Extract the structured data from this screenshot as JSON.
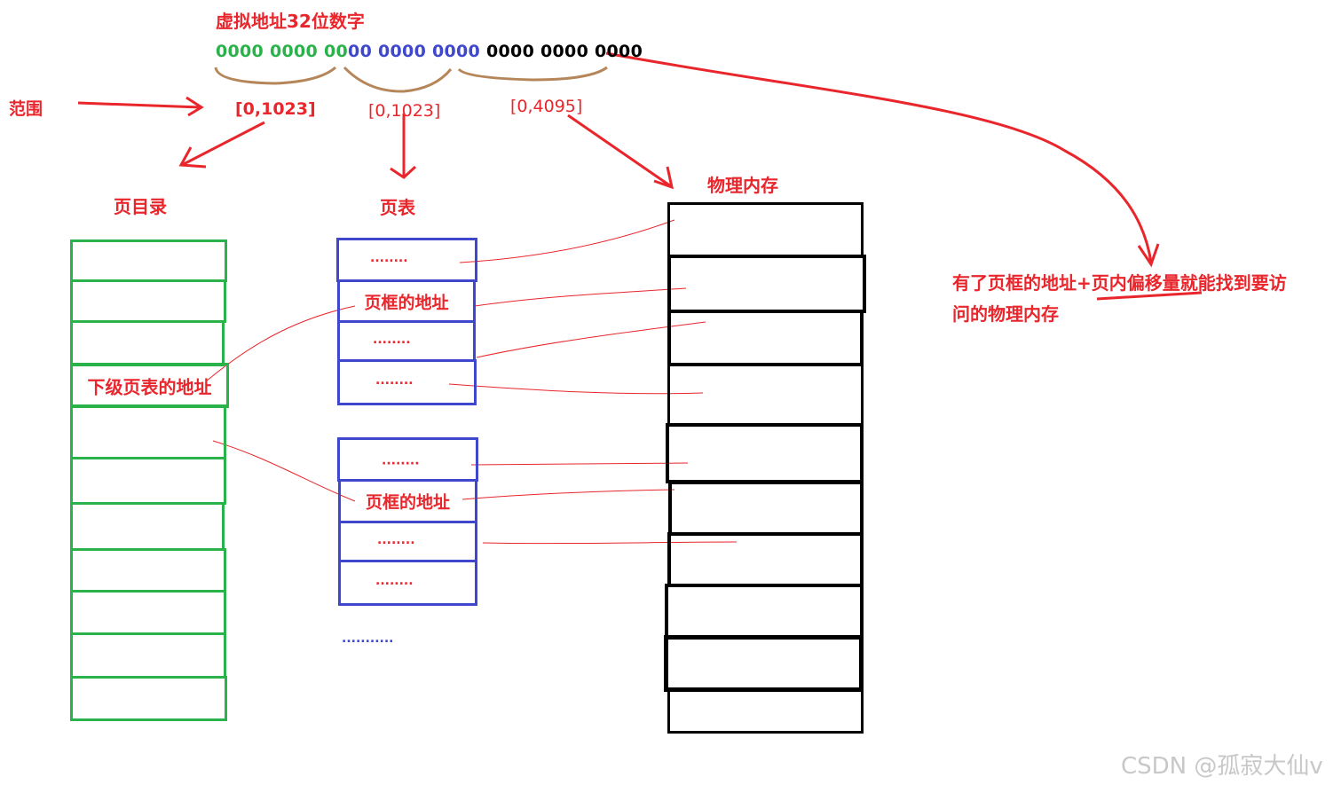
{
  "header": {
    "title": "虚拟地址32位数字",
    "bits_green": "0000 0000 00",
    "bits_blue": "00 0000 0000",
    "bits_black": "0000 0000 0000"
  },
  "labels": {
    "range": "范围",
    "range1": "[0,1023]",
    "range2": "[0,1023]",
    "range3": "[0,4095]",
    "page_directory": "页目录",
    "page_table": "页表",
    "physical_memory": "物理内存",
    "next_table_address": "下级页表的地址",
    "frame_address_1": "页框的地址",
    "frame_address_2": "页框的地址",
    "note_line1": "有了页框的地址+页内偏移量就能找到要访",
    "note_line2": "问的物理内存"
  },
  "dots": {
    "short": "........",
    "more_tables": "..........."
  },
  "watermark": "CSDN @孤寂大仙v",
  "colors": {
    "red": "#e8262c",
    "green": "#2ab34a",
    "blue": "#3f48cc",
    "black": "#000000",
    "brace": "#b5865a"
  }
}
